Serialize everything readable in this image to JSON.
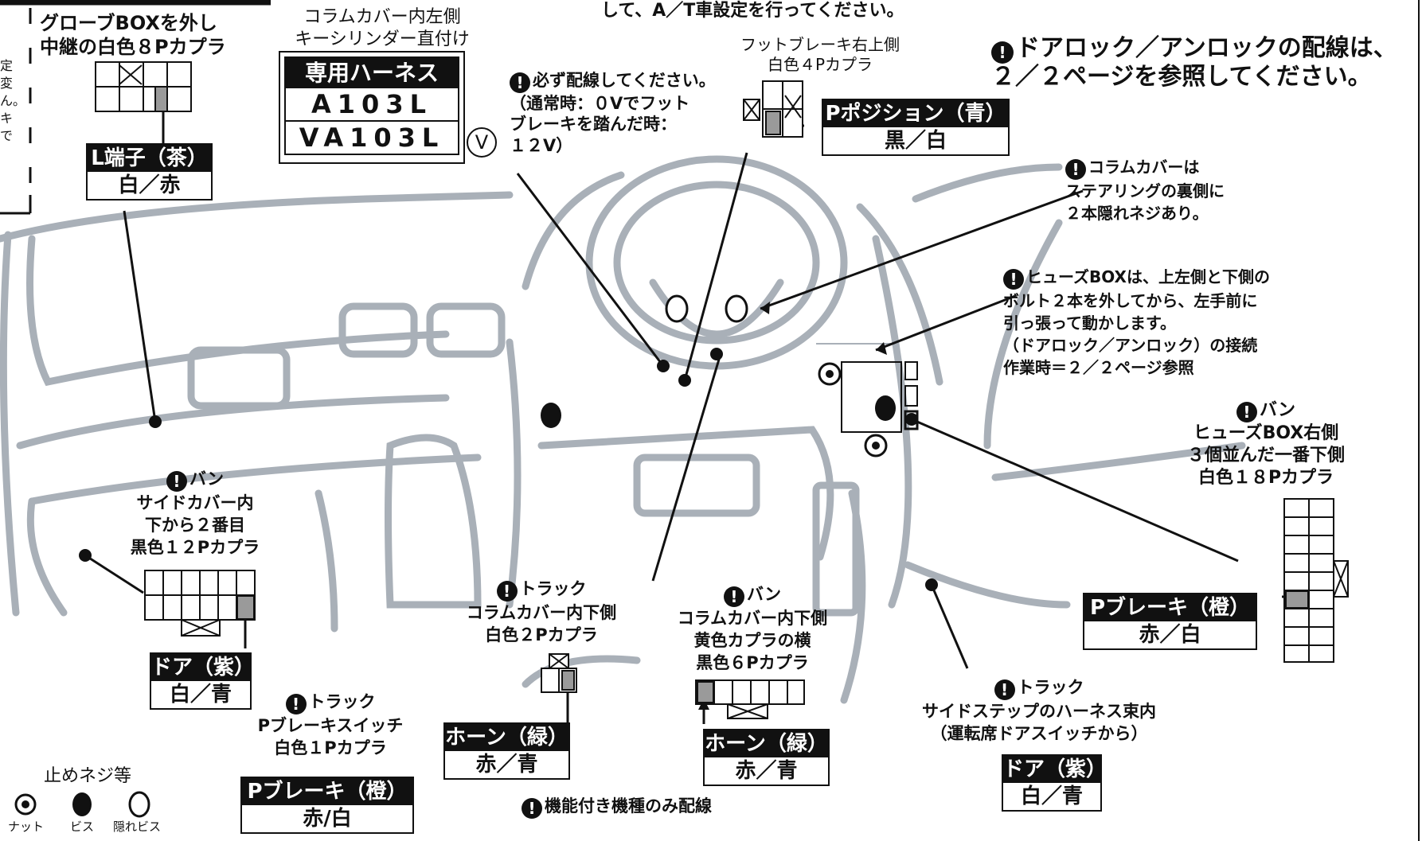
{
  "top_fragment": "して、A／T車設定を行ってください。",
  "left_edge_text": "定\n変\nん。\nキ\nで",
  "glove": {
    "text": "グローブBOXを外し\n中継の白色８Pカプラ",
    "wire_top": "L端子（茶）",
    "wire_bottom": "白／赤"
  },
  "column_cyl": {
    "text": "コラムカバー内左側\nキーシリンダー直付け",
    "harness": "専用ハーネス",
    "code1": "A103L",
    "code2": "VA103L",
    "v_mark": "V"
  },
  "must_wire": {
    "text": "必ず配線してください。\n（通常時：０Vでフット\nブレーキを踏んだ時：\n１２V）"
  },
  "foot_brake": {
    "text": "フットブレーキ右上側\n白色４Pカプラ",
    "wire_top": "Pポジション（青）",
    "wire_bottom": "黒／白"
  },
  "door_lock_note": "ドアロック／アンロックの配線は、\n２／２ページを参照してください。",
  "column_cover_note": "コラムカバーは\nステアリングの裏側に\n２本隠れネジあり。",
  "fuse_note": "ヒューズBOXは、上左側と下側の\nボルト２本を外してから、左手前に\n引っ張って動かします。\n（ドアロック／アンロック）の接続\n作業時＝２／２ページ参照",
  "fuse_right": {
    "text": "バン\nヒューズBOX右側\n３個並んだ一番下側\n白色１８Pカプラ",
    "wire_top": "Pブレーキ（橙）",
    "wire_bottom": "赤／白"
  },
  "side_cover": {
    "text": "バン\nサイドカバー内\n下から２番目\n黒色１２Pカプラ",
    "wire_top": "ドア（紫）",
    "wire_bottom": "白／青"
  },
  "pbrake_switch": {
    "text": "トラック\nPブレーキスイッチ\n白色１Pカプラ",
    "wire_top": "Pブレーキ（橙）",
    "wire_bottom": "赤/白"
  },
  "horn_truck": {
    "text": "トラック\nコラムカバー内下側\n白色２Pカプラ",
    "wire_top": "ホーン（緑）",
    "wire_bottom": "赤／青"
  },
  "horn_van": {
    "text": "バン\nコラムカバー内下側\n黄色カプラの横\n黒色６Pカプラ",
    "wire_top": "ホーン（緑）",
    "wire_bottom": "赤／青"
  },
  "side_step": {
    "text": "トラック\nサイドステップのハーネス束内\n（運転席ドアスイッチから）",
    "wire_top": "ドア（紫）",
    "wire_bottom": "白／青"
  },
  "function_note": "機能付き機種のみ配線",
  "legend": {
    "title": "止めネジ等",
    "nut": "ナット",
    "screw": "ビス",
    "hidden_screw": "隠れビス"
  },
  "icons": {
    "warning": "exclamation-circle-icon",
    "nut": "nut-icon",
    "screw": "screw-icon",
    "hidden": "hidden-screw-icon"
  },
  "colors": {
    "ink": "#111111",
    "dash_gray": "#a9b0b8",
    "connector_fill": "#9a9a9a"
  }
}
